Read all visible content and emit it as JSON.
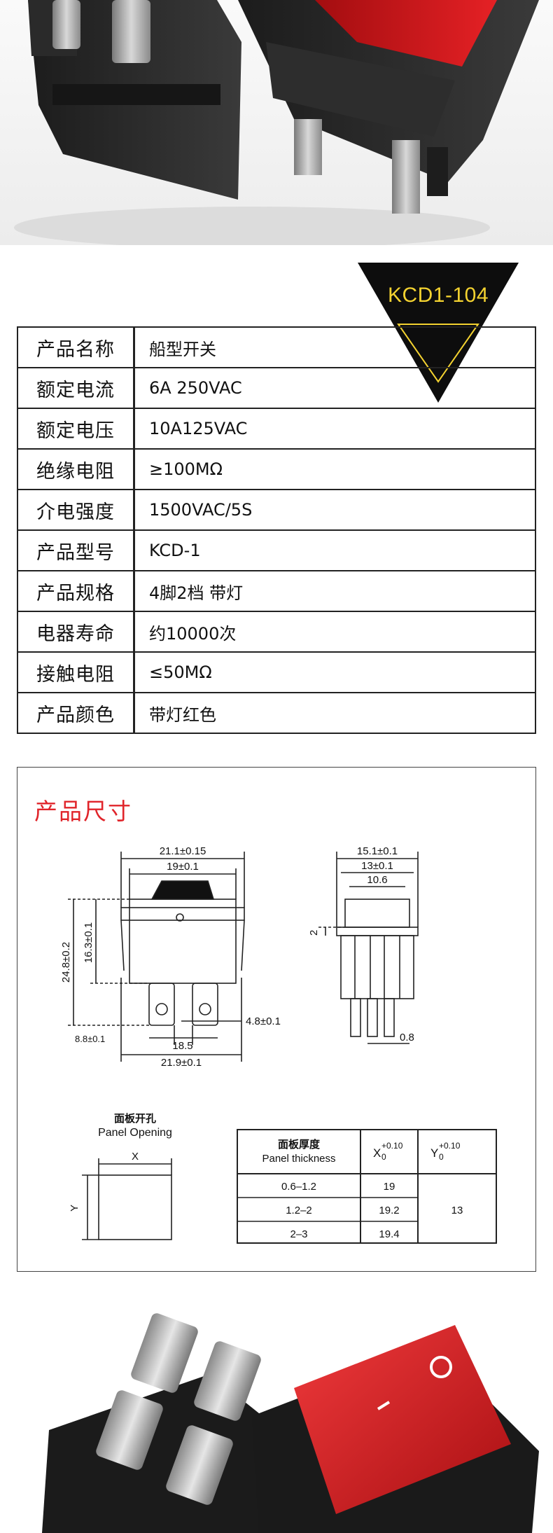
{
  "model_badge": "KCD1-104",
  "spec_rows": [
    {
      "key": "产品名称",
      "value": "船型开关"
    },
    {
      "key": "额定电流",
      "value": "6A 250VAC"
    },
    {
      "key": "额定电压",
      "value": "10A125VAC"
    },
    {
      "key": "绝缘电阻",
      "value": "≥100MΩ"
    },
    {
      "key": "介电强度",
      "value": "1500VAC/5S"
    },
    {
      "key": "产品型号",
      "value": "KCD-1"
    },
    {
      "key": "产品规格",
      "value": "4脚2档 带灯"
    },
    {
      "key": "电器寿命",
      "value": "约10000次"
    },
    {
      "key": "接触电阻",
      "value": "≤50MΩ"
    },
    {
      "key": "产品颜色",
      "value": "带灯红色"
    }
  ],
  "dimensions": {
    "title": "产品尺寸",
    "front": {
      "width_overall": "21.1±0.15",
      "width_inner": "19±0.1",
      "height_total": "24.8±0.2",
      "height_body": "16.3±0.1",
      "pin_gap": "4.8±0.1",
      "pin_offset": "8.8±0.1",
      "pin_span": "18.5",
      "base_width": "21.9±0.1"
    },
    "side": {
      "width_overall": "15.1±0.1",
      "width_inner": "13±0.1",
      "width_top": "10.6",
      "height_rocker": "2",
      "pin_thickness": "0.8"
    },
    "panel_opening": {
      "title_cn": "面板开孔",
      "title_en": "Panel Opening",
      "x_label": "X",
      "y_label": "Y"
    },
    "thickness_table": {
      "header_cn": "面板厚度",
      "header_en": "Panel thickness",
      "x_header": "X",
      "x_tol_plus": "+0.10",
      "x_tol_minus": "0",
      "y_header": "Y",
      "y_tol_plus": "+0.10",
      "y_tol_minus": "0",
      "rows": [
        {
          "thickness": "0.6–1.2",
          "x": "19"
        },
        {
          "thickness": "1.2–2",
          "x": "19.2"
        },
        {
          "thickness": "2–3",
          "x": "19.4"
        }
      ],
      "y_value": "13"
    }
  },
  "colors": {
    "title_red": "#e0242a",
    "badge_black": "#0d0d0d",
    "badge_text": "#f3d230",
    "switch_red": "#d8191c"
  }
}
